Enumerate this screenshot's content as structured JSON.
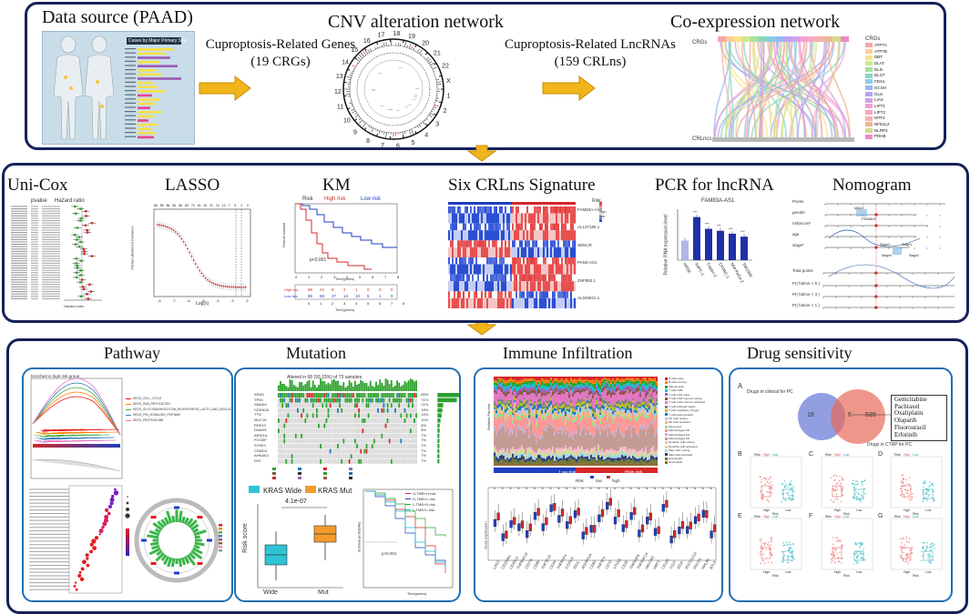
{
  "top": {
    "data_source_title": "Data source (PAAD)",
    "cnv_title": "CNV alteration network",
    "coexp_title": "Co-expression network",
    "crg_label_line1": "Cuproptosis-Related Genes",
    "crg_label_line2": "(19 CRGs)",
    "crl_label_line1": "Cuproptosis-Related LncRNAs",
    "crl_label_line2": "(159 CRLns)",
    "body_chart_title": "Cases by Major Primary Site",
    "coexp_left_top": "CRGs",
    "coexp_left_bottom": "CRLncs",
    "coexp_legend_title": "CRGs",
    "coexp_genes": [
      "ATP7A",
      "ATP7B",
      "DBT",
      "DLAT",
      "DLD",
      "DLST",
      "FDX1",
      "GCSH",
      "GLS",
      "LIAS",
      "LIPT1",
      "LIPT2",
      "MTF1",
      "NFE2L2",
      "NLRP3",
      "PDHB"
    ],
    "cnv_numbers": [
      "12",
      "13",
      "14",
      "15",
      "16",
      "17",
      "18",
      "19",
      "20",
      "21",
      "22",
      "X",
      "1",
      "2",
      "3",
      "4",
      "5",
      "6",
      "7",
      "8",
      "9",
      "10",
      "11"
    ]
  },
  "middle": {
    "unicox_title": "Uni-Cox",
    "unicox_head": [
      "pvalue",
      "Hazard ratio"
    ],
    "unicox_axis": "Hazard ratio",
    "lasso_title": "LASSO",
    "lasso_xlabel": "Log(λ)",
    "lasso_ylabel": "Partial Likelihood Deviance",
    "lasso_top_ticks": [
      "86",
      "86",
      "86",
      "86",
      "86",
      "83",
      "70",
      "61",
      "49",
      "31",
      "22",
      "13",
      "7",
      "5",
      "3",
      "0"
    ],
    "lasso_x_ticks": [
      "-8",
      "-7",
      "-6",
      "-5",
      "-4",
      "-3",
      "-2"
    ],
    "km_title": "KM",
    "km_legend_risk": "Risk",
    "km_legend_high": "High risk",
    "km_legend_low": "Low risk",
    "km_pvalue": "p<0.001",
    "km_ylabel": "Overall survival",
    "km_xlabel": "Time(years)",
    "km_table_high": [
      "86",
      "44",
      "8",
      "2",
      "1",
      "0",
      "0",
      "0"
    ],
    "km_table_low": [
      "86",
      "69",
      "37",
      "14",
      "10",
      "5",
      "1",
      "0"
    ],
    "km_table_high_label": "High risk",
    "km_table_low_label": "Low risk",
    "km_x_ticks": [
      "0",
      "1",
      "2",
      "3",
      "4",
      "5",
      "6",
      "7",
      "8"
    ],
    "sig_title": "Six CRLns Signature",
    "sig_genes": [
      "FAM83A-AS1",
      "AL137186.1",
      "SENCR",
      "PAN3-AS1",
      "ZNF852.1",
      "AL049821.1"
    ],
    "sig_legend_risk": "Risk",
    "sig_legend_high": "high",
    "sig_legend_low": "low",
    "pcr_title": "PCR for lncRNA",
    "pcr_subtitle": "FAM83A-AS1",
    "pcr_ylabel": "Relative RNA expression level",
    "pcr_cells": [
      "HPDE",
      "AsPC-1",
      "Capan-2",
      "CFPAC-1",
      "MIA PaCa-2",
      "SW1990"
    ],
    "pcr_stars": "***",
    "nomo_title": "Nomogram",
    "nomo_rows": [
      "Points",
      "gender",
      "riskScore*",
      "age",
      "stage*",
      "Total points",
      "Pr( futime < 5 )",
      "Pr( futime < 3 )",
      "Pr( futime < 1 )"
    ],
    "nomo_labels": [
      "MALE",
      "FEMALE",
      "Stage3",
      "Stage1",
      "Stage4",
      "Stage2"
    ]
  },
  "bottom": {
    "pathway_title": "Pathway",
    "mutation_title": "Mutation",
    "immune_title": "Immune Infiltration",
    "drug_title": "Drug sensitivity",
    "gsea_title": "Enriched in high risk group",
    "gsea_legend": [
      "KEGG_CELL_CYCLE",
      "KEGG_DNA_REPLICATION",
      "KEGG_GLYCOSAMINOGLYCAN_BIOSYNTHESIS_LACTO_AND_NEOLACTO_SERIES",
      "KEGG_P53_SIGNALING_PATHWAY",
      "KEGG_PROTEASOME"
    ],
    "oncoplot_title": "Altered in 68 (93.15%) of 73 samples",
    "oncoplot_genes": [
      "KRAS",
      "TP53",
      "SMAD4",
      "CDKN2A",
      "TTN",
      "MUC16",
      "RNF43",
      "DNAH5",
      "ARID1A",
      "FCGBP",
      "SYNE1",
      "CSMD3",
      "AHNAK2",
      "DST"
    ],
    "oncoplot_pct": [
      "86%",
      "71%",
      "21%",
      "18%",
      "15%",
      "11%",
      "8%",
      "8%",
      "7%",
      "7%",
      "7%",
      "7%",
      "7%",
      "7%"
    ],
    "kras_legend_wide": "KRAS Wide",
    "kras_legend_mut": "KRAS Mut",
    "kras_pvalue": "4.1e-07",
    "kras_ylabel": "Risk score",
    "kras_x": [
      "Wide",
      "Mut"
    ],
    "surv_legend": [
      "H-TMB+H-risk",
      "H-TMB+L-risk",
      "L-TMB+H-risk",
      "L-TMB+L-risk"
    ],
    "surv_p": "p<0.001",
    "surv_xlabel": "Time(years)",
    "surv_ylabel": "Survival probability",
    "immune_ylabel": "Relative Percent",
    "immune_risk_low": "Low risk",
    "immune_risk_high": "High risk",
    "immune_risk": "Risk",
    "immune_legend_low": "low",
    "immune_legend_high": "high",
    "immune_box_ylabel": "Gene expression",
    "immune_cells": [
      "B cells naive",
      "B cells memory",
      "Plasma cells",
      "T cells CD8",
      "T cells CD4 naive",
      "T cells CD4 memory resting",
      "T cells CD4 memory activated",
      "T cells follicular helper",
      "T cells regulatory (Tregs)",
      "T cells gamma delta",
      "NK cells resting",
      "NK cells activated",
      "Monocytes",
      "Macrophages M0",
      "Macrophages M1",
      "Macrophages M2",
      "Dendritic cells resting",
      "Dendritic cells activated",
      "Mast cells resting",
      "Mast cells activated",
      "Eosinophils",
      "Neutrophils"
    ],
    "immune_genes": [
      "LAG3",
      "CD200R1",
      "CD40LG",
      "TNFRSF18",
      "CD276",
      "CD86",
      "TNFSF15",
      "CD44",
      "TNFRSF4",
      "ICOSLG",
      "IDO1",
      "ADORA2A",
      "CD80",
      "TNFSF9",
      "CD70",
      "VTCN1",
      "CD28",
      "TNFRSF8",
      "TNFRSF14",
      "HAVCR2",
      "NRP1",
      "CD160",
      "TIGIT",
      "IDO2",
      "PDCD1LG2",
      "PDCD1",
      "HHLA2",
      "BTLA"
    ],
    "drug_a": "A",
    "drug_venn_top": "Drugs in clinical for PC",
    "drug_venn_bottom": "Drugs in CTRP for PC",
    "drug_venn_left": "18",
    "drug_venn_mid": "6",
    "drug_venn_right": "539",
    "drug_list": [
      "Gemcitabine",
      "Paclitaxel",
      "Oxaliplatin",
      "Olaparib",
      "Fluorouracil",
      "Erlotinib"
    ],
    "drug_panels": [
      "B",
      "C",
      "D",
      "E",
      "F",
      "G"
    ],
    "drug_xlabel": "Risk",
    "drug_groups": [
      "High",
      "Low"
    ],
    "drug_legend": [
      "High",
      "Low"
    ],
    "drug_risk_label": "Risk"
  },
  "colors": {
    "frame": "#16215a",
    "panel": "#1e6fb5",
    "arrow": "#f0b51a",
    "arrow_edge": "#c78a00",
    "heat_high": "#e31a1c",
    "heat_low": "#1f3fbf"
  }
}
